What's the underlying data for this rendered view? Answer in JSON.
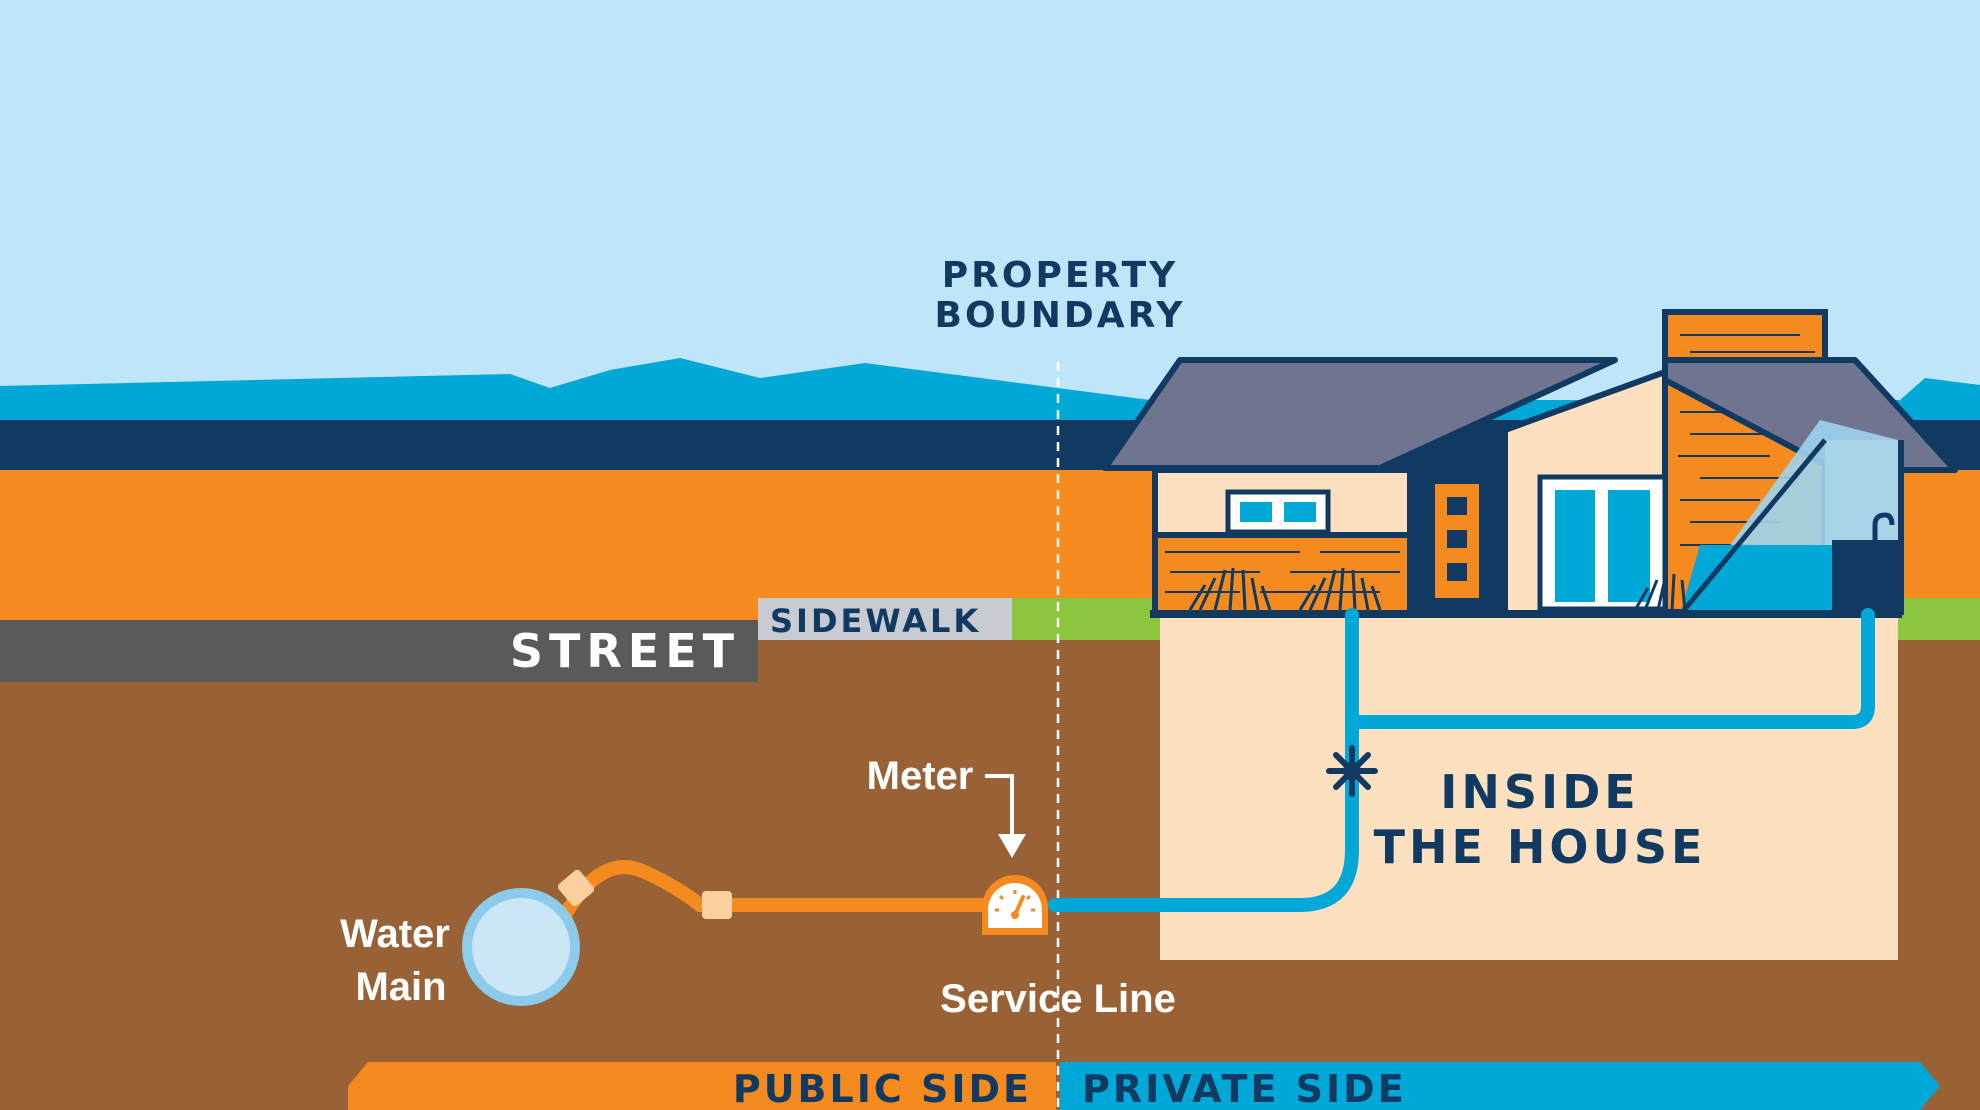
{
  "labels": {
    "property_boundary_line1": "PROPERTY",
    "property_boundary_line2": "BOUNDARY",
    "sidewalk": "SIDEWALK",
    "street": "STREET",
    "meter": "Meter",
    "water_main_line1": "Water",
    "water_main_line2": "Main",
    "service_line": "Service Line",
    "inside_house_line1": "INSIDE",
    "inside_house_line2": "THE HOUSE",
    "public_side": "PUBLIC SIDE",
    "private_side": "PRIVATE SIDE"
  },
  "colors": {
    "sky": "#bee5f8",
    "hills": "#00a8d8",
    "navy": "#103a62",
    "orange": "#f58a1f",
    "soil": "#986236",
    "street": "#5a5a5a",
    "sidewalk": "#c9cbd2",
    "grass": "#8cc63f",
    "house_wall": "#fde0bf",
    "roof": "#6f7591",
    "public_pipe": "#f58a1f",
    "private_pipe": "#00a8d8",
    "water_main": "#cbe6f4"
  }
}
